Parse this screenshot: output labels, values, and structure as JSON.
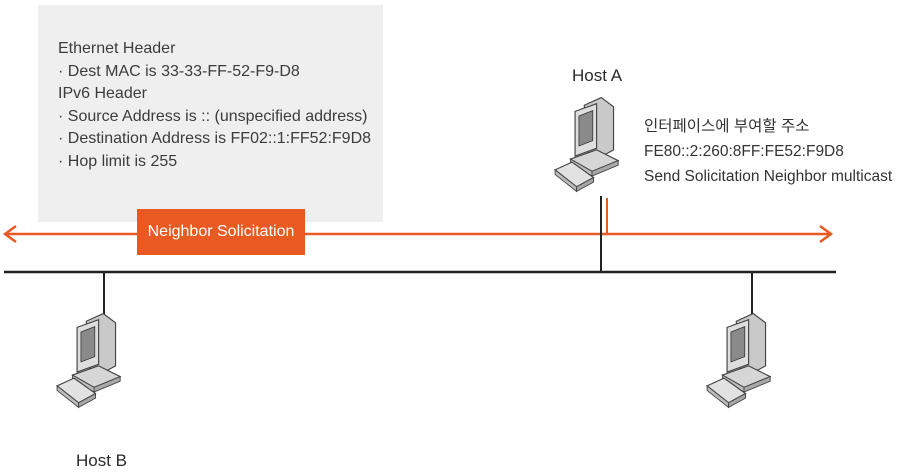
{
  "info_box": {
    "lines": [
      "Ethernet Header",
      "· Dest MAC is 33-33-FF-52-F9-D8",
      "IPv6 Header",
      "· Source Address is :: (unspecified address)",
      "· Destination Address is FF02::1:FF52:F9D8",
      "· Hop limit is 255"
    ]
  },
  "message_label": "Neighbor Solicitation",
  "hosts": {
    "a": {
      "label": "Host A"
    },
    "b": {
      "label": "Host B"
    }
  },
  "host_a_note": {
    "lines": [
      "인터페이스에 부여할 주소",
      "FE80::2:260:8FF:FE52:F9D8",
      "Send Solicitation Neighbor multicast"
    ]
  },
  "colors": {
    "accent": "#e85a22",
    "line": "#222222",
    "box": "#efefef"
  }
}
